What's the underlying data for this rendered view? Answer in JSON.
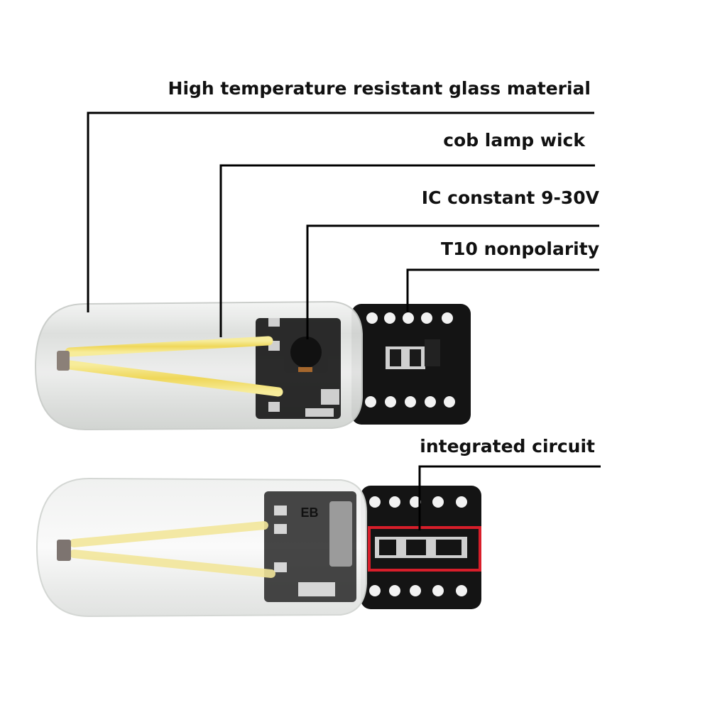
{
  "callouts": {
    "glass": "High temperature resistant glass material",
    "wick": "cob lamp wick",
    "ic_voltage": "IC constant 9-30V",
    "t10": "T10 nonpolarity",
    "integrated": "integrated circuit"
  },
  "chip_marking": "EB",
  "colors": {
    "leader": "#000000",
    "highlight_box": "#d81e2a",
    "filament": "#f2e27a",
    "pcb": "#141414",
    "pad": "#f4f4f4",
    "glass": "#e9ece9"
  }
}
